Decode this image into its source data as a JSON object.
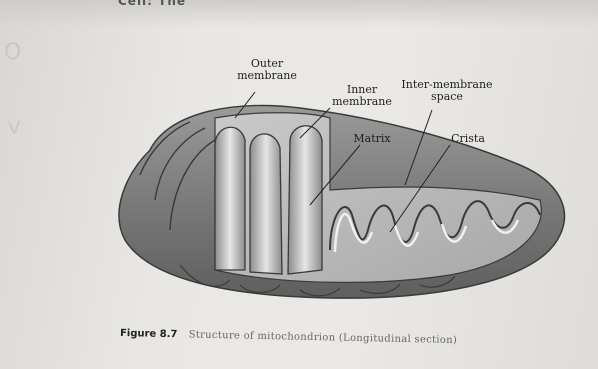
{
  "page": {
    "cut_heading": "Cell: The",
    "margin_marks": [
      "O",
      "V"
    ]
  },
  "diagram": {
    "labels": {
      "outer_membrane": "Outer\nmembrane",
      "inner_membrane": "Inner\nmembrane",
      "inter_membrane_space": "Inter-membrane\nspace",
      "matrix": "Matrix",
      "crista": "Crista"
    },
    "caption": {
      "figure_number": "Figure 8.7",
      "text": "Structure of mitochondrion (Longitudinal section)"
    }
  },
  "colors": {
    "outline": "#3a3a3a",
    "shell_dark": "#6e6e6e",
    "shell_light": "#cfcfcf",
    "matrix": "#b9b9b9",
    "cristae": "#e2e2e2"
  }
}
